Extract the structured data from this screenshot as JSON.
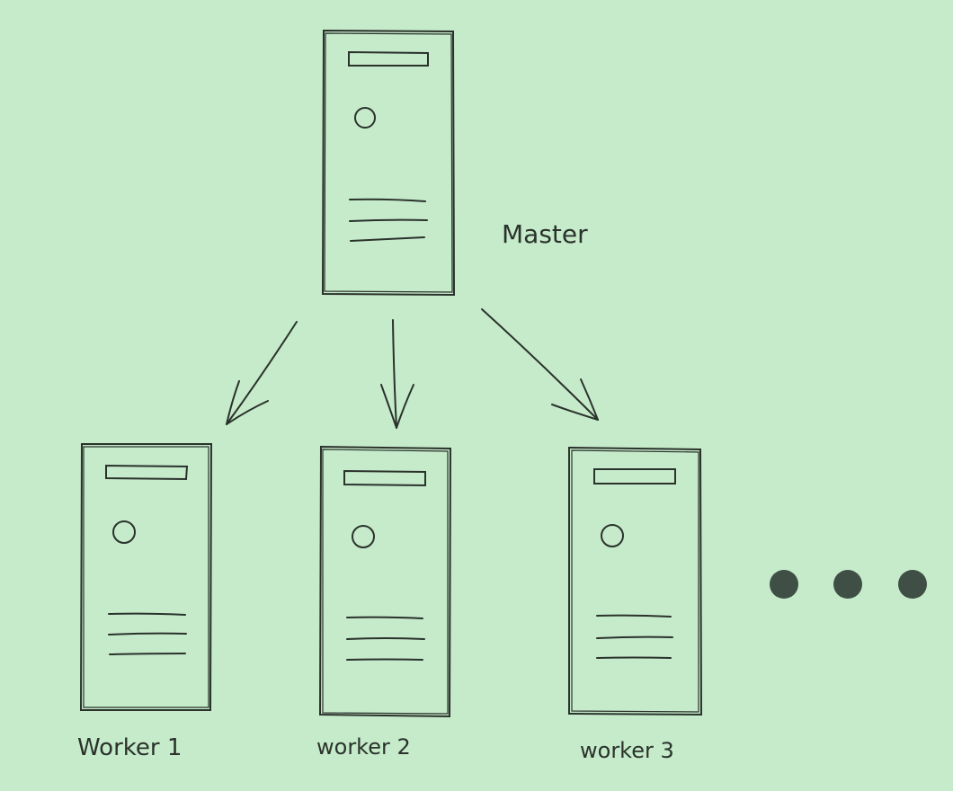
{
  "background": "#c6ebca",
  "ink_color": "#2a322c",
  "dot_color": "#3f4f45",
  "nodes": {
    "master": {
      "label": "Master",
      "icon": "server-tower-icon"
    },
    "workers": [
      {
        "label": "Worker 1",
        "icon": "server-tower-icon"
      },
      {
        "label": "worker 2",
        "icon": "server-tower-icon"
      },
      {
        "label": "worker 3",
        "icon": "server-tower-icon"
      }
    ],
    "more_indicator": "ellipsis-icon"
  },
  "edges": [
    {
      "from": "Master",
      "to": "Worker 1"
    },
    {
      "from": "Master",
      "to": "worker 2"
    },
    {
      "from": "Master",
      "to": "worker 3"
    }
  ]
}
